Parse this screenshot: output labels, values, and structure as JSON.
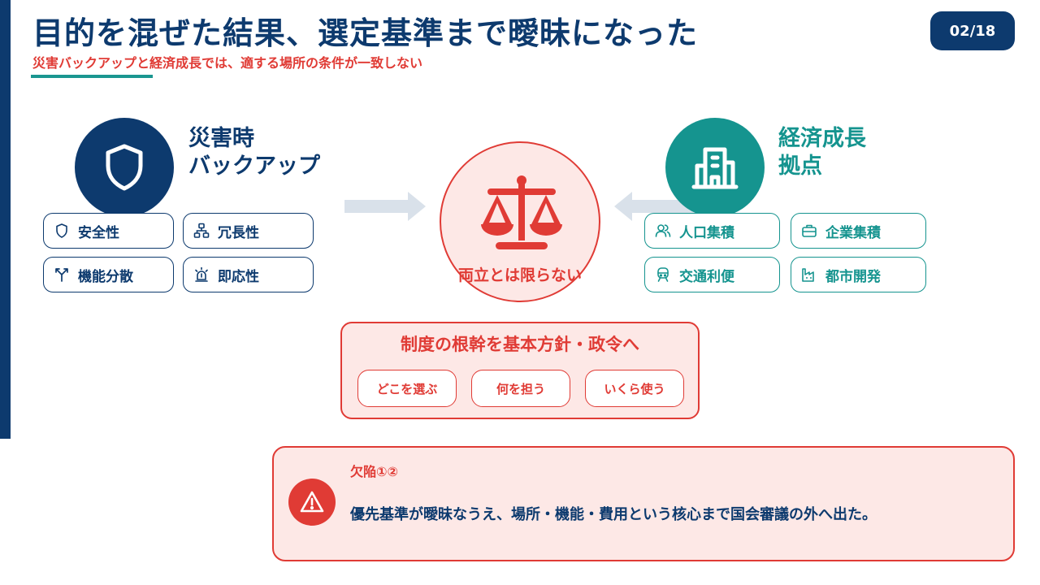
{
  "header": {
    "title": "目的を混ぜた結果、選定基準まで曖昧になった",
    "subtitle": "災害バックアップと経済成長では、適する場所の条件が一致しない",
    "page_number": "02/18"
  },
  "left_group": {
    "title_line1": "災害時",
    "title_line2": "バックアップ",
    "icon": "shield-icon",
    "color": "#0d3a6e",
    "chips": [
      {
        "label": "安全性",
        "icon": "shield-icon"
      },
      {
        "label": "冗長性",
        "icon": "network-icon"
      },
      {
        "label": "機能分散",
        "icon": "split-arrows-icon"
      },
      {
        "label": "即応性",
        "icon": "siren-icon"
      }
    ]
  },
  "right_group": {
    "title_line1": "経済成長",
    "title_line2": "拠点",
    "icon": "building-icon",
    "color": "#15948f",
    "chips": [
      {
        "label": "人口集積",
        "icon": "users-icon"
      },
      {
        "label": "企業集積",
        "icon": "briefcase-icon"
      },
      {
        "label": "交通利便",
        "icon": "train-icon"
      },
      {
        "label": "都市開発",
        "icon": "factory-icon"
      }
    ]
  },
  "center": {
    "icon": "scale-icon",
    "label": "両立とは限らない",
    "color": "#e03b35"
  },
  "policy": {
    "title": "制度の根幹を基本方針・政令へ",
    "pills": [
      "どこを選ぶ",
      "何を担う",
      "いくら使う"
    ]
  },
  "defect": {
    "icon": "warning-icon",
    "label": "欠陥①②",
    "text": "優先基準が曖昧なうえ、場所・機能・費用という核心まで国会審議の外へ出た。"
  }
}
